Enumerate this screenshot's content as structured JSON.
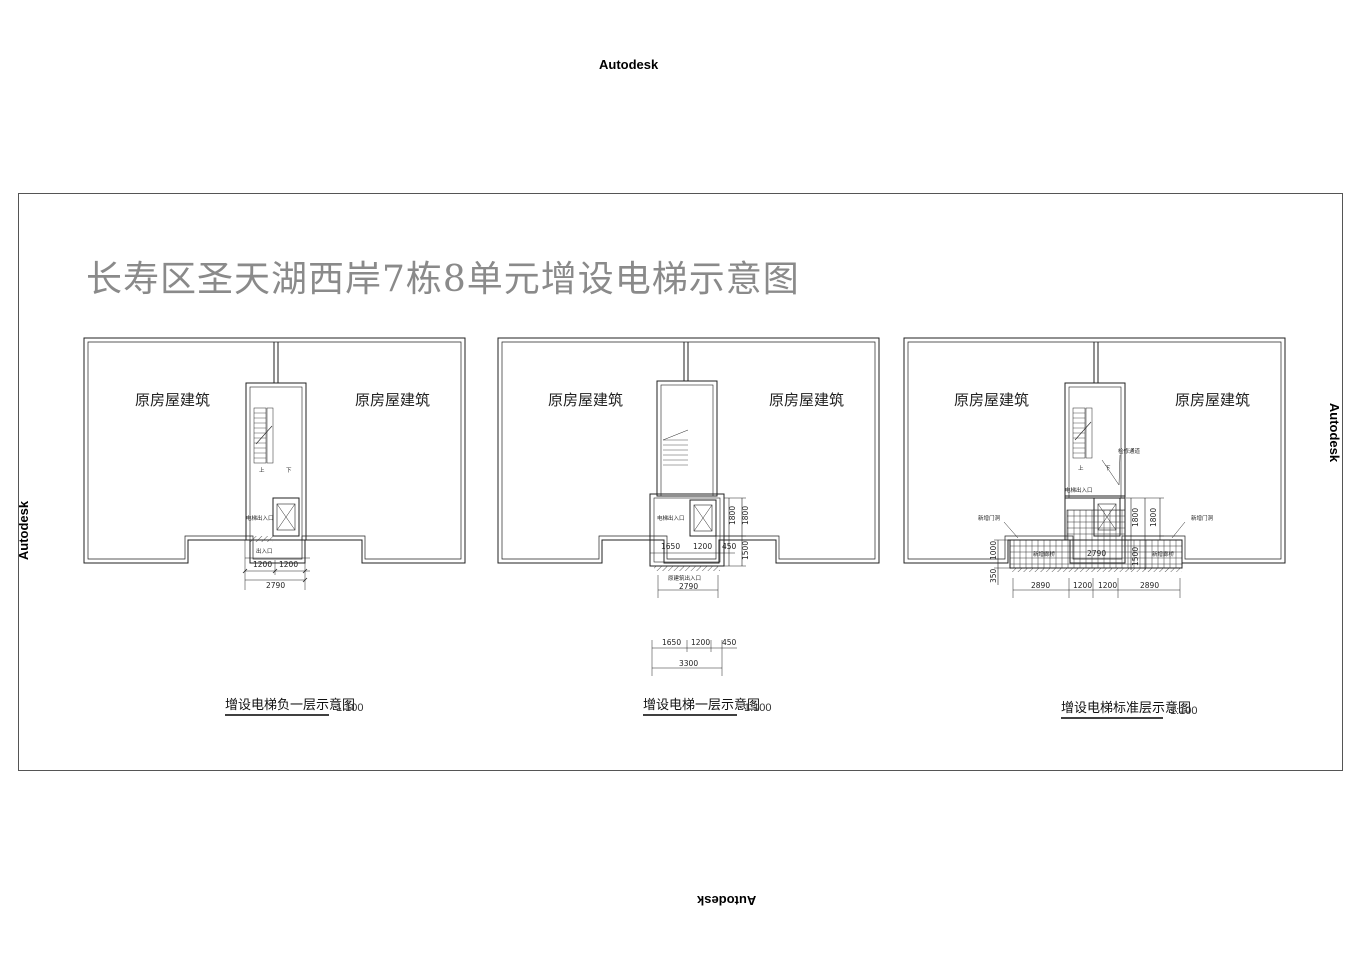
{
  "watermark": "Autodesk",
  "title": "长寿区圣天湖西岸7栋8单元增设电梯示意图",
  "building_label": "原房屋建筑",
  "plans": [
    {
      "caption": "增设电梯负一层示意图",
      "scale": "1:100",
      "stair_up": "上",
      "stair_down": "下",
      "elevator_entry": "电梯出入口",
      "exit_label": "出入口",
      "dims": {
        "a": "1200",
        "b": "1200",
        "total": "2790"
      }
    },
    {
      "caption": "增设电梯一层示意图",
      "scale": "1:100",
      "elevator_entry": "电梯出入口",
      "building_entry": "原建筑出入口",
      "dims": {
        "a": "1650",
        "b": "1200",
        "c": "450",
        "total": "2790",
        "v1": "1800",
        "v2": "1500",
        "d1": "1650",
        "d2": "1200",
        "d3": "450",
        "dtotal": "3300"
      }
    },
    {
      "caption": "增设电梯标准层示意图",
      "scale": "1:100",
      "stair_up": "上",
      "stair_down": "下",
      "elevator_entry": "电梯出入口",
      "maintenance": "检修通道",
      "new_door": "新增门洞",
      "new_corridor": "新增廊桥",
      "dims": {
        "a": "2890",
        "b": "1200",
        "c": "1200",
        "d": "2890",
        "v1": "1800",
        "v2": "1800",
        "mid": "2790",
        "h1": "1000",
        "h2": "350",
        "h3": "1500"
      }
    }
  ]
}
